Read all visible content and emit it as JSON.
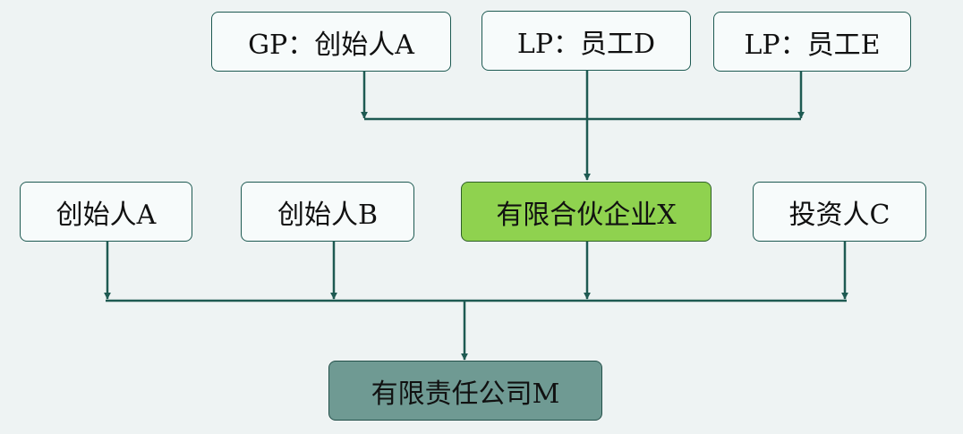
{
  "nodes": {
    "gp_founder_a": "GP：创始人A",
    "lp_employee_d": "LP：员工D",
    "lp_employee_e": "LP：员工E",
    "founder_a": "创始人A",
    "founder_b": "创始人B",
    "limited_partnership_x": "有限合伙企业X",
    "investor_c": "投资人C",
    "llc_m": "有限责任公司M"
  },
  "colors": {
    "background": "#eef3f3",
    "connector": "#1e5a52",
    "node_fill": "#f7fbfb",
    "partnership_fill": "#8fd24f",
    "company_fill": "#6f9a93"
  }
}
